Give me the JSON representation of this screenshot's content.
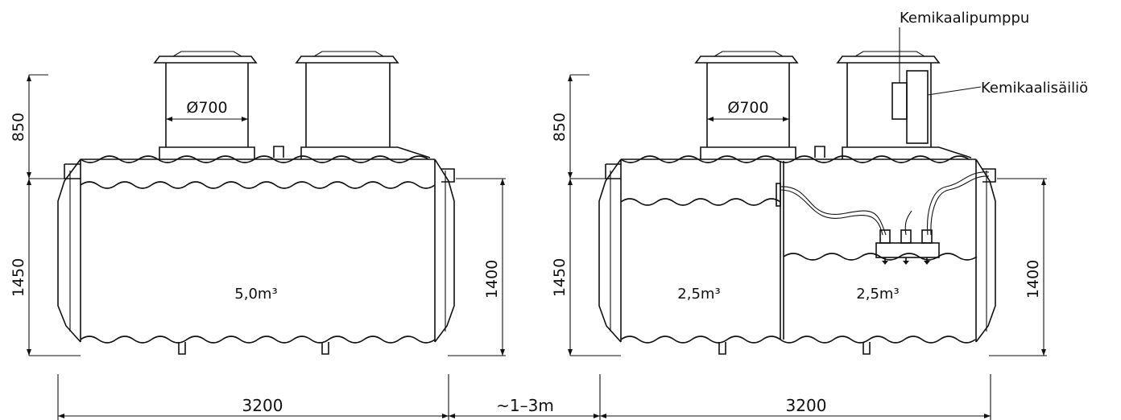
{
  "left_tank": {
    "height_riser": "850",
    "height_total": "1450",
    "height_right": "1400",
    "diameter": "Ø700",
    "volume": "5,0m³",
    "length": "3200"
  },
  "right_tank": {
    "height_riser": "850",
    "height_total": "1450",
    "height_right": "1400",
    "diameter": "Ø700",
    "volume_left": "2,5m³",
    "volume_right": "2,5m³",
    "length": "3200",
    "label_pump": "Kemikaalipumppu",
    "label_container": "Kemikaalisäiliö"
  },
  "spacing": "~1–3m",
  "colors": {
    "line": "#111111",
    "background": "#ffffff"
  }
}
